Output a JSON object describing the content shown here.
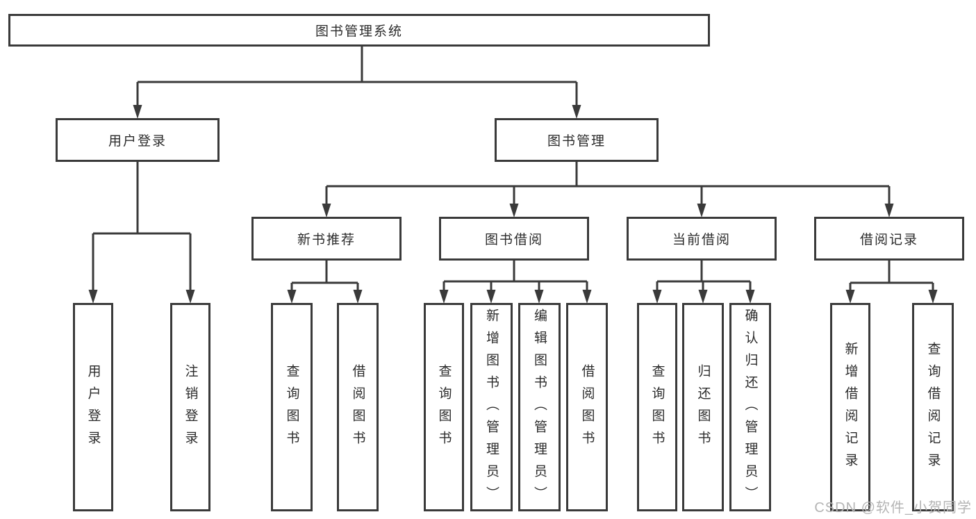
{
  "diagram_type": "hierarchy-tree",
  "tree": {
    "label": "图书管理系统",
    "children": [
      {
        "label": "用户登录",
        "children": [
          {
            "label": "用户登录"
          },
          {
            "label": "注销登录"
          }
        ]
      },
      {
        "label": "图书管理",
        "children": [
          {
            "label": "新书推荐",
            "children": [
              {
                "label": "查询图书"
              },
              {
                "label": "借阅图书"
              }
            ]
          },
          {
            "label": "图书借阅",
            "children": [
              {
                "label": "查询图书"
              },
              {
                "label": "新增图书（管理员）"
              },
              {
                "label": "编辑图书（管理员）"
              },
              {
                "label": "借阅图书"
              }
            ]
          },
          {
            "label": "当前借阅",
            "children": [
              {
                "label": "查询图书"
              },
              {
                "label": "归还图书"
              },
              {
                "label": "确认归还（管理员）"
              }
            ]
          },
          {
            "label": "借阅记录",
            "children": [
              {
                "label": "新增借阅记录"
              },
              {
                "label": "查询借阅记录"
              }
            ]
          }
        ]
      }
    ]
  },
  "watermark": "CSDN @软件_小贺同学",
  "colors": {
    "line": "#3a3a3a",
    "box_border": "#3a3a3a",
    "text": "#2b2b2b",
    "background": "#ffffff",
    "watermark_text": "#b4b4b4"
  }
}
